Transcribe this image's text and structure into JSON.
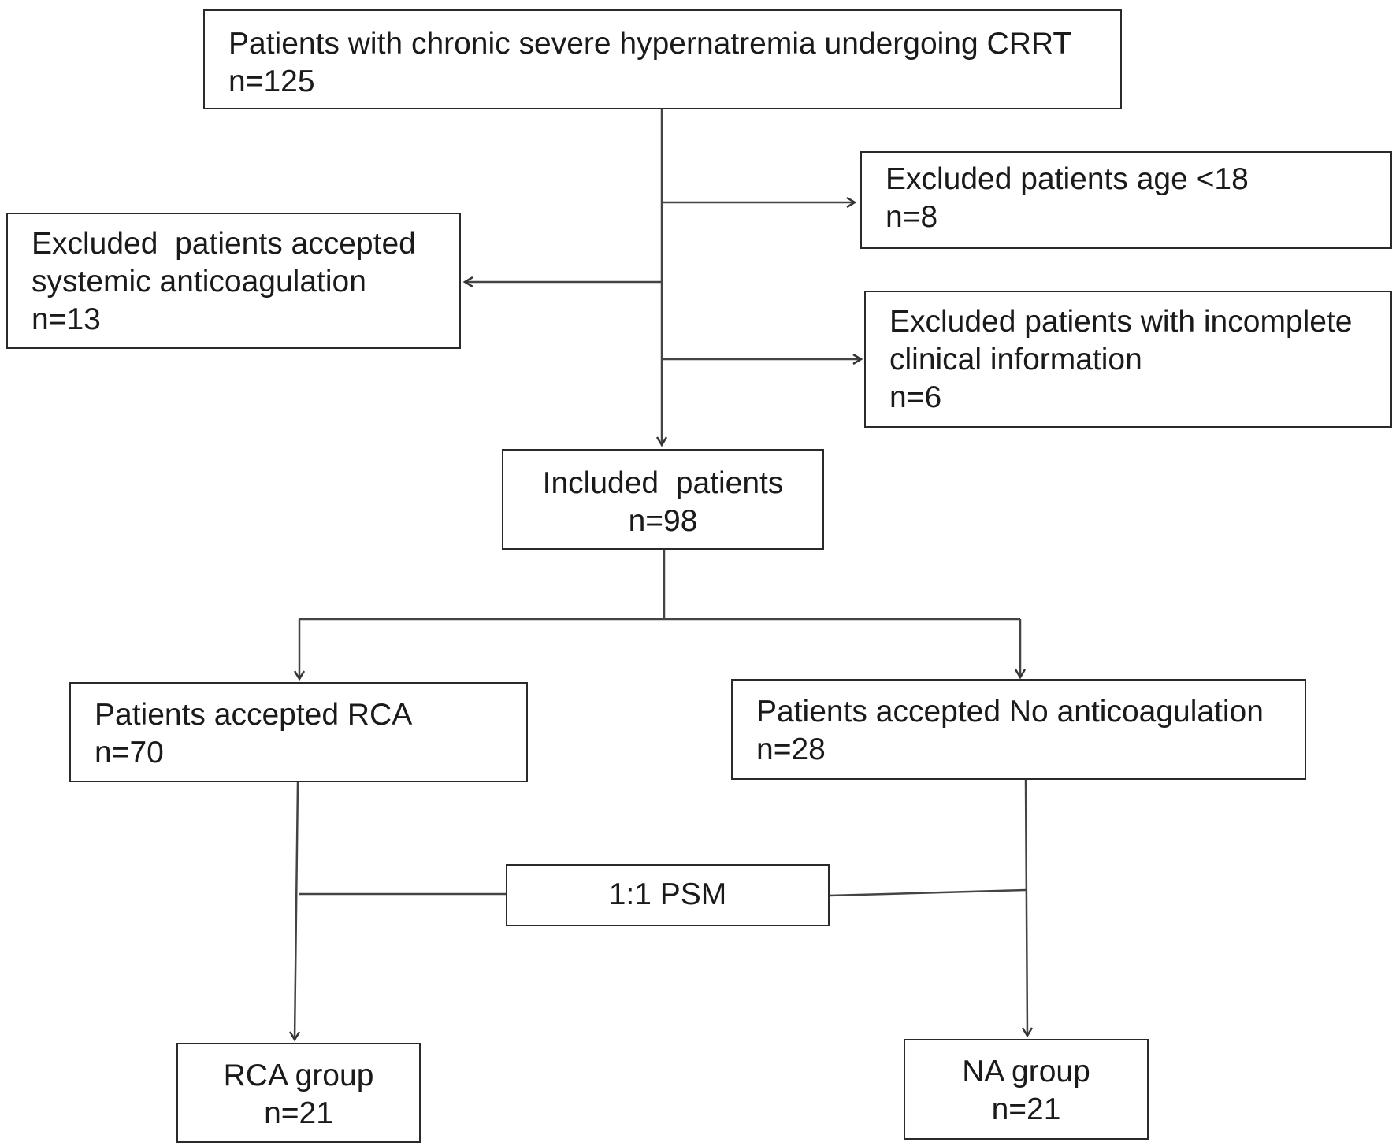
{
  "boxes": {
    "top": {
      "title": "Patients with chronic severe hypernatremia undergoing CRRT",
      "n": "n=125"
    },
    "excl_age": {
      "title": "Excluded patients age <18",
      "n": "n=8"
    },
    "excl_systemic": {
      "line1": "Excluded  patients accepted",
      "line2": "systemic anticoagulation",
      "n": "n=13"
    },
    "excl_incomplete": {
      "line1": "Excluded patients with incomplete",
      "line2": "clinical information",
      "n": "n=6"
    },
    "included": {
      "title": "Included  patients",
      "n": "n=98"
    },
    "rca": {
      "title": "Patients accepted RCA",
      "n": "n=70"
    },
    "no_anticoag": {
      "title": "Patients accepted No anticoagulation",
      "n": "n=28"
    },
    "psm": {
      "title": "1:1 PSM"
    },
    "rca_group": {
      "title": "RCA group",
      "n": "n=21"
    },
    "na_group": {
      "title": "NA group",
      "n": "n=21"
    }
  }
}
